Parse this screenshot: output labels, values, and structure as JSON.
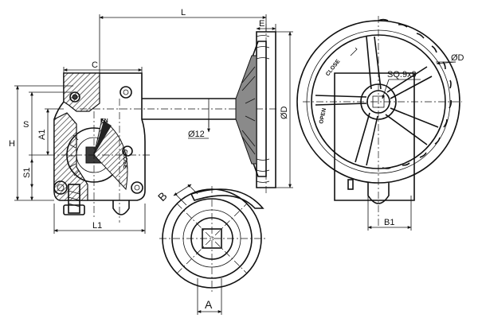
{
  "labels": {
    "L": "L",
    "E": "E",
    "C": "C",
    "H": "H",
    "S": "S",
    "A1": "A1",
    "S1": "S1",
    "L1": "L1",
    "shaft_dia": "Ø12",
    "handwheel_dia_side": "ØD",
    "handwheel_dia_front": "ØD",
    "square": "SQ.9x9",
    "B": "B",
    "A": "A",
    "B1": "B1"
  },
  "engraving": {
    "open": "OPEN",
    "close": "CLOSE",
    "indicator_en": "EN",
    "indicator_close": "CLOSE"
  }
}
